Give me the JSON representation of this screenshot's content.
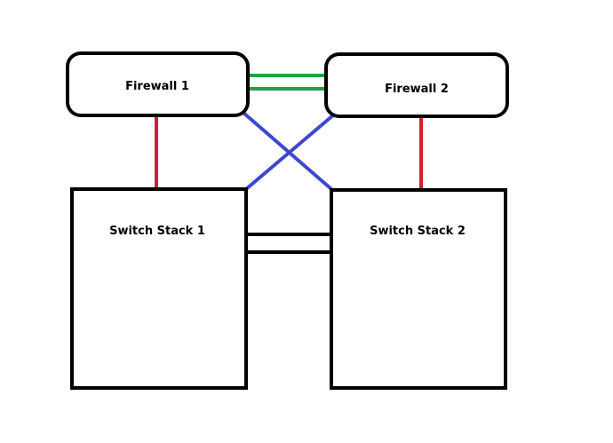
{
  "colors": {
    "background": "#ffffff",
    "node_border": "#000000",
    "firewall_sync_link": "#22a04a",
    "firewall_to_switch_link": "#d2202f",
    "cross_link": "#3f48cc",
    "stack_link": "#000000"
  },
  "nodes": {
    "firewall_1": {
      "label": "Firewall 1"
    },
    "firewall_2": {
      "label": "Firewall 2"
    },
    "switch_stack_1": {
      "label": "Switch Stack 1"
    },
    "switch_stack_2": {
      "label": "Switch Stack 2"
    }
  }
}
